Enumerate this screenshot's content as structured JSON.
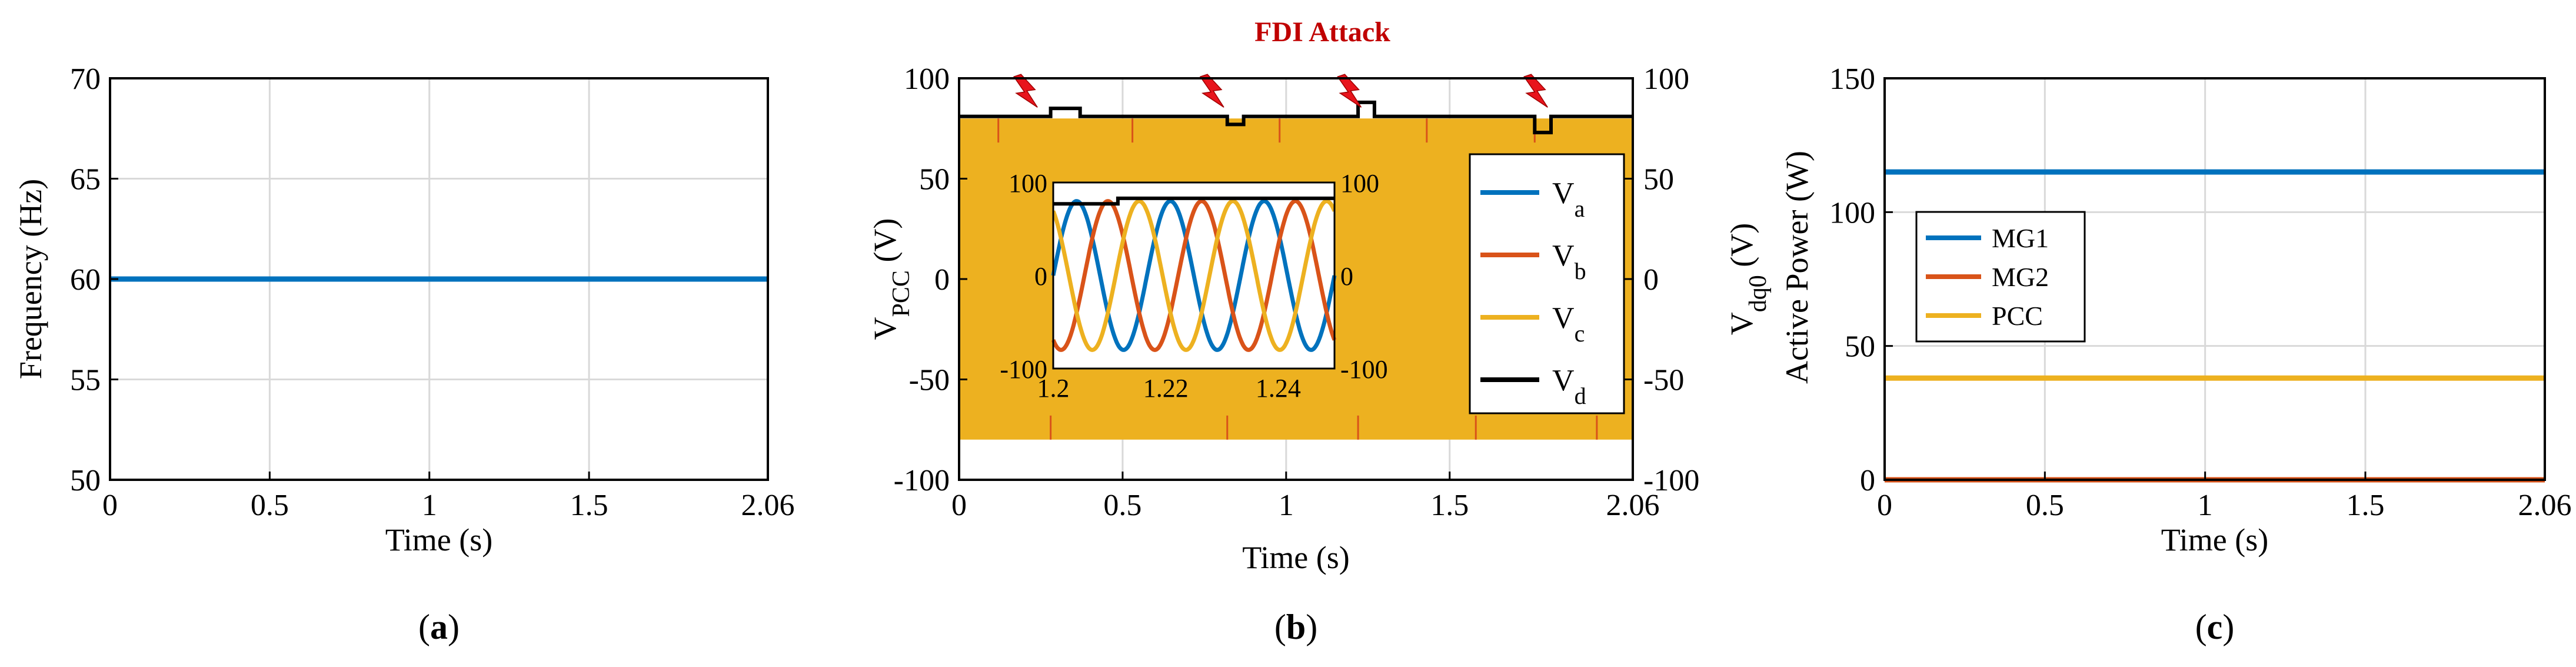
{
  "chart_data": [
    {
      "type": "line",
      "panel_label": "a",
      "xlabel": "Time (s)",
      "ylabel": "Frequency (Hz)",
      "xlim": [
        0,
        2.06
      ],
      "ylim": [
        50,
        70
      ],
      "xticks": [
        "0",
        "0.5",
        "1",
        "1.5",
        "2.06"
      ],
      "yticks": [
        "50",
        "55",
        "60",
        "65",
        "70"
      ],
      "grid": true,
      "series": [
        {
          "color": "#0072BD",
          "x": [
            0,
            2.06
          ],
          "y": [
            60,
            60
          ]
        }
      ]
    },
    {
      "type": "line",
      "panel_label": "b",
      "title": "FDI Attack",
      "xlabel": "Time (s)",
      "ylabel_main": "V",
      "ylabel_sub": "PCC",
      "ylabel_unit": " (V)",
      "y2label_main": "V",
      "y2label_sub": "dq0",
      "y2label_unit": " (V)",
      "xlim": [
        0,
        2.06
      ],
      "ylim": [
        -100,
        100
      ],
      "xticks": [
        "0",
        "0.5",
        "1",
        "1.5",
        "2.06"
      ],
      "yticks": [
        "-100",
        "-50",
        "0",
        "50",
        "100"
      ],
      "y2ticks": [
        "-100",
        "-50",
        "0",
        "50",
        "100"
      ],
      "grid": true,
      "amplitude": 80,
      "attack_times": [
        0.2,
        0.77,
        1.19,
        1.76
      ],
      "legend": [
        {
          "main": "V",
          "sub": "a",
          "color": "#0072BD"
        },
        {
          "main": "V",
          "sub": "b",
          "color": "#D95319"
        },
        {
          "main": "V",
          "sub": "c",
          "color": "#EDB120"
        },
        {
          "main": "V",
          "sub": "d",
          "color": "#000000"
        }
      ],
      "vd_series": {
        "x": [
          0,
          0.28,
          0.28,
          0.37,
          0.37,
          0.82,
          0.82,
          0.87,
          0.87,
          1.22,
          1.22,
          1.27,
          1.27,
          1.76,
          1.76,
          1.81,
          1.81,
          2.06
        ],
        "y": [
          81,
          81,
          85,
          85,
          81,
          81,
          77,
          77,
          81,
          81,
          88,
          88,
          81,
          81,
          73,
          73,
          81,
          81
        ]
      },
      "inset": {
        "xlim": [
          1.2,
          1.25
        ],
        "ylim": [
          -100,
          100
        ],
        "xticks": [
          "1.2",
          "1.22",
          "1.24"
        ],
        "xtick_values": [
          1.2,
          1.22,
          1.24
        ],
        "yticks_left": [
          "-100",
          "0",
          "100"
        ],
        "yticks_right": [
          "-100",
          "0",
          "100"
        ],
        "amplitude": 80,
        "frequency_hz": 60,
        "vd_series": {
          "x": [
            1.2,
            1.2115,
            1.2115,
            1.25
          ],
          "y": [
            77,
            77,
            83,
            83
          ]
        }
      }
    },
    {
      "type": "line",
      "panel_label": "c",
      "xlabel": "Time (s)",
      "ylabel": "Active Power (W)",
      "xlim": [
        0,
        2.06
      ],
      "ylim": [
        0,
        150
      ],
      "xticks": [
        "0",
        "0.5",
        "1",
        "1.5",
        "2.06"
      ],
      "yticks": [
        "0",
        "50",
        "100",
        "150"
      ],
      "grid": true,
      "series": [
        {
          "name": "MG1",
          "color": "#0072BD",
          "x": [
            0,
            2.06
          ],
          "y": [
            115,
            115
          ]
        },
        {
          "name": "MG2",
          "color": "#D95319",
          "x": [
            0,
            2.06
          ],
          "y": [
            0,
            0
          ]
        },
        {
          "name": "PCC",
          "color": "#EDB120",
          "x": [
            0,
            2.06
          ],
          "y": [
            38,
            38
          ]
        }
      ]
    }
  ]
}
